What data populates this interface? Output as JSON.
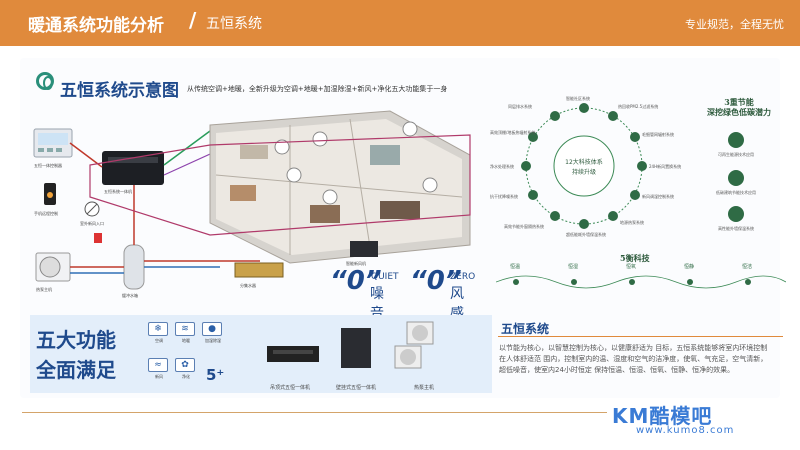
{
  "header": {
    "title": "暖通系统功能分析",
    "separator": "/",
    "subtitle": "五恒系统",
    "slogan": "专业规范，全程无忧",
    "color": "#e08a3c"
  },
  "section": {
    "title": "五恒系统示意图",
    "description": "从传统空调+地暖，全新升级为空调+地暖+加湿除湿+新风+净化五大功能集于一身"
  },
  "diagram_labels": {
    "panel": "五恒一体控制器",
    "phone": "手机远程控制",
    "outdoor_air": "室外新风入口",
    "heat_pump": "热泵主机",
    "water_tank": "缓冲水箱",
    "indoor_unit": "五恒系统一体机",
    "manifold": "分集水器",
    "fresh_air_unit": "智能新风机"
  },
  "badges": {
    "quiet": {
      "big": "“0”",
      "en": "QUIET",
      "cn": "噪音"
    },
    "zero": {
      "big": "“0”",
      "en": "ZERO",
      "cn": "风感"
    }
  },
  "five_functions": {
    "title_line1": "五大功能",
    "title_line2": "全面满足",
    "items": [
      {
        "label": "空调",
        "icon": "snowflake-icon"
      },
      {
        "label": "地暖",
        "icon": "floor-heating-icon"
      },
      {
        "label": "加湿除湿",
        "icon": "droplet-icon"
      },
      {
        "label": "新风",
        "icon": "wind-icon"
      },
      {
        "label": "净化",
        "icon": "leaf-icon"
      }
    ],
    "plus": "5⁺"
  },
  "products": [
    {
      "label": "吊顶式五恒一体机"
    },
    {
      "label": "壁挂式五恒一体机"
    },
    {
      "label": "热泵主机"
    }
  ],
  "tech_wheel": {
    "center_line1": "12大科技体系",
    "center_line2": "持续升级",
    "items": [
      "智能社区系统",
      "热回收PM2.5过滤系统",
      "毛细管网辐射系统",
      "24H新风置换系统",
      "新风调湿控制系统",
      "地源热泵系统",
      "超低能耗外墙保温系统",
      "高效节能外窗隔热系统",
      "抗干扰降噪系统",
      "净水处理系统",
      "高效顶棚/地板热辐射系统",
      "同层排水系统"
    ]
  },
  "energy": {
    "title_line1": "3重节能",
    "title_line2": "深挖绿色低碳潜力",
    "items": [
      "可再生能源技术应用",
      "低碳建筑节能技术应用",
      "高性能外墙保温系统"
    ]
  },
  "five_tech": {
    "title": "5衡科技",
    "items": [
      "恒温",
      "恒湿",
      "恒氧",
      "恒静",
      "恒洁"
    ]
  },
  "system": {
    "title": "五恒系统",
    "body": "以节能为核心，以智慧控制为核心，以健康舒适为 目标，五恒系统能够将室内环境控制在人体舒适范 围内，控制室内的温、湿度和空气的洁净度，使氧、气充足，空气清新，超低噪音，使室内24小时恒定 保持恒温、恒湿、恒氧、恒静、恒净的效果。"
  },
  "watermark": {
    "brand": "KM酷模吧",
    "url": "www.kumo8.com"
  }
}
